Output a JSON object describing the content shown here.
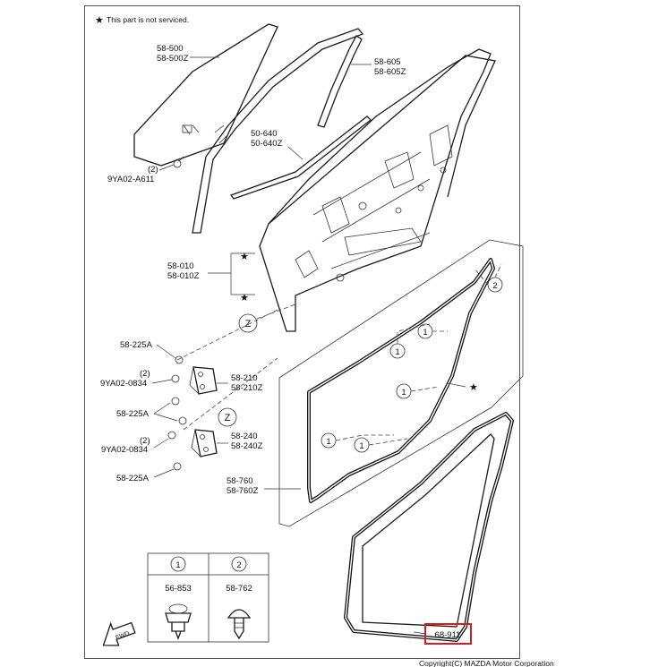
{
  "note": {
    "star": "★",
    "text": "This part is not serviced."
  },
  "labels": {
    "glass": [
      "58-500",
      "58-500Z"
    ],
    "channel": [
      "58-605",
      "58-605Z"
    ],
    "weatherstrip": [
      "50-640",
      "50-640Z"
    ],
    "bolt_top": [
      "(2)",
      "9YA02-A611"
    ],
    "door": [
      "58-010",
      "58-010Z"
    ],
    "bolt_225a_1": "58-225A",
    "bolt_0834_1": [
      "(2)",
      "9YA02-0834"
    ],
    "hinge_upper": [
      "58-210",
      "58-210Z"
    ],
    "bolt_225a_2": "58-225A",
    "bolt_0834_2": [
      "(2)",
      "9YA02-0834"
    ],
    "hinge_lower": [
      "58-240",
      "58-240Z"
    ],
    "bolt_225a_3": "58-225A",
    "door_seal": [
      "58-760",
      "58-760Z"
    ],
    "body_seal": "68-911"
  },
  "callouts": {
    "one": "1",
    "two": "2",
    "z": "Z",
    "star": "★"
  },
  "legend": {
    "col1": {
      "num": "1",
      "part": "56-853"
    },
    "col2": {
      "num": "2",
      "part": "58-762"
    }
  },
  "fwd": "FWD",
  "copyright": "Copyright(C) MAZDA Motor Corporation"
}
